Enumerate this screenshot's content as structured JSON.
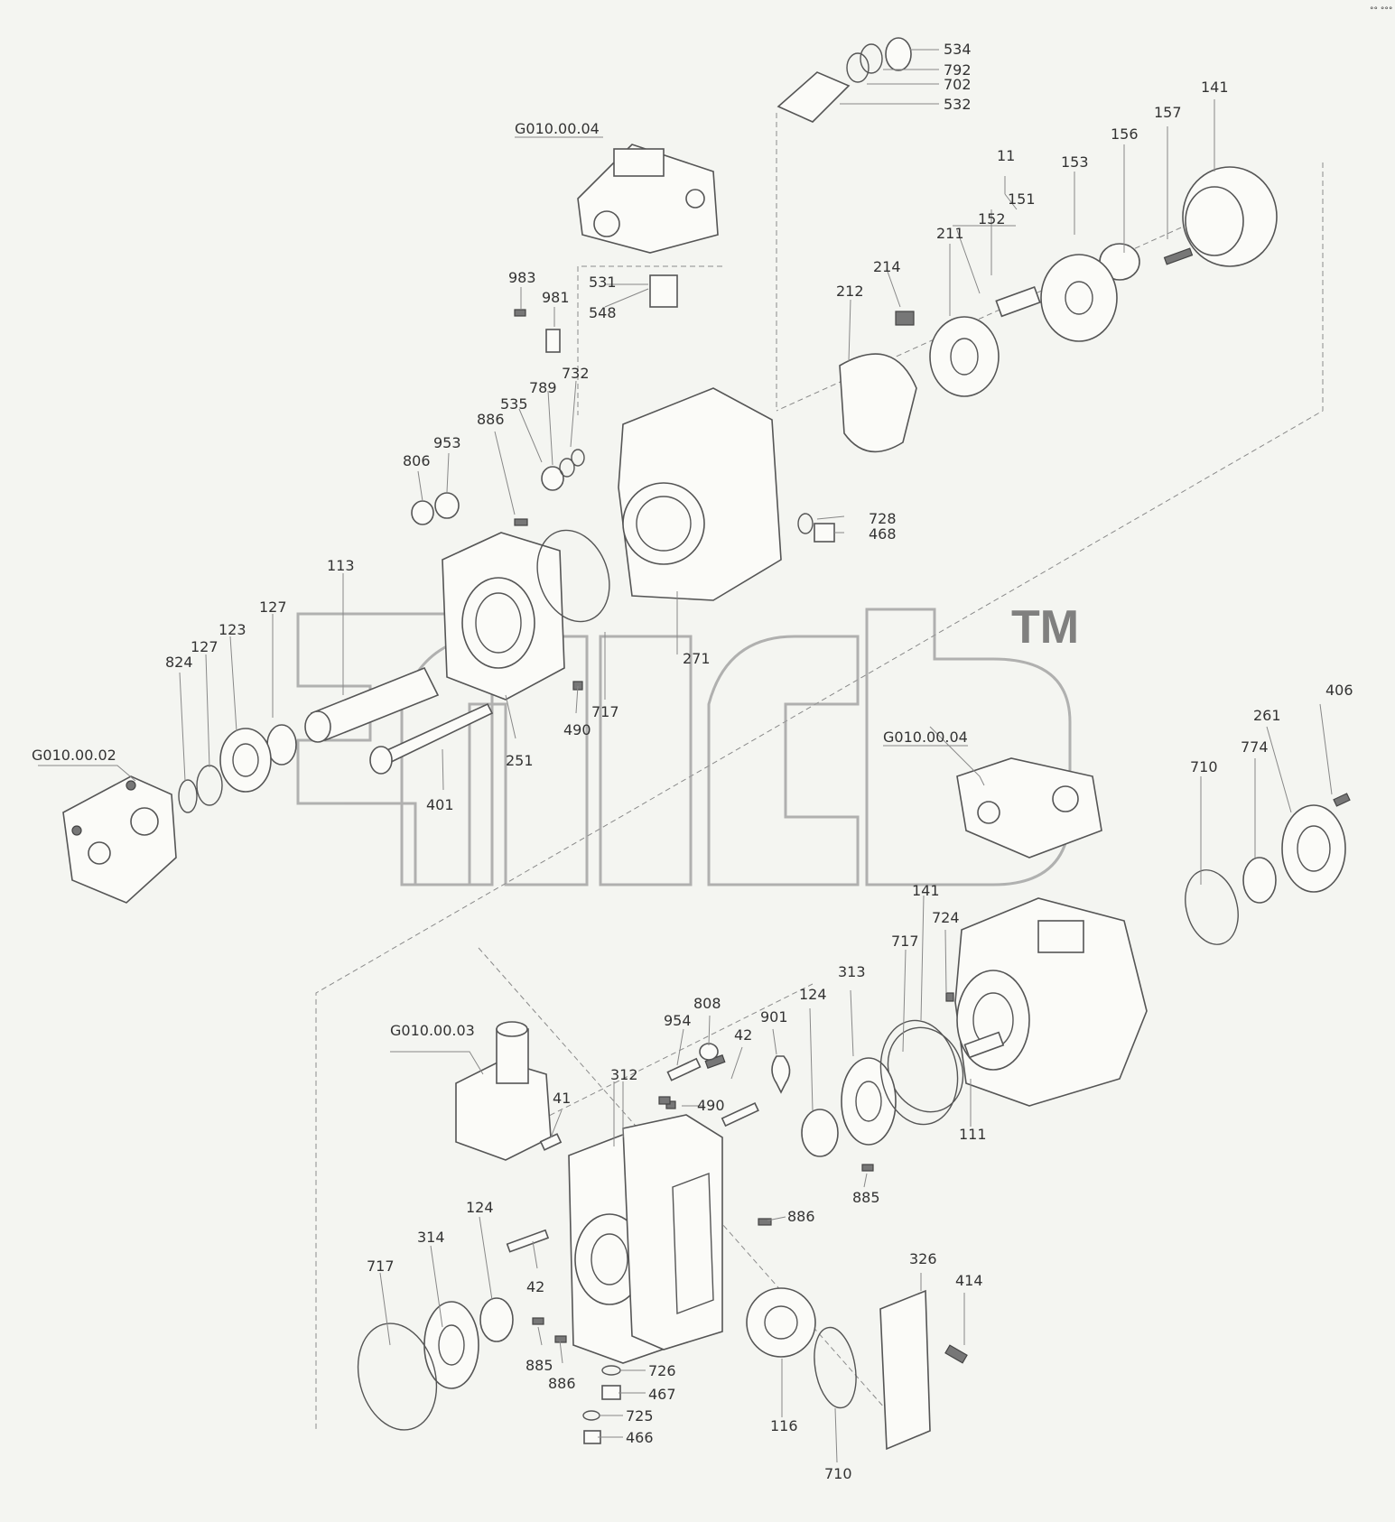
{
  "diagram": {
    "corner_mark": "°° °°°",
    "watermark": {
      "trademark": "TM"
    },
    "assembly_refs": [
      "G010.00.04",
      "G010.00.02",
      "G010.00.04",
      "G010.00.03"
    ],
    "labels": [
      "534",
      "792",
      "702",
      "532",
      "11",
      "151",
      "152",
      "153",
      "156",
      "157",
      "141",
      "211",
      "212",
      "214",
      "531",
      "548",
      "983",
      "981",
      "732",
      "789",
      "535",
      "886",
      "953",
      "806",
      "728",
      "468",
      "113",
      "127",
      "127",
      "123",
      "824",
      "271",
      "717",
      "490",
      "251",
      "401",
      "406",
      "261",
      "774",
      "710",
      "141",
      "724",
      "717",
      "313",
      "124",
      "111",
      "808",
      "954",
      "42",
      "901",
      "490",
      "41",
      "312",
      "886",
      "885",
      "124",
      "314",
      "717",
      "42",
      "885",
      "886",
      "726",
      "467",
      "725",
      "466",
      "116",
      "710",
      "326",
      "414"
    ]
  }
}
